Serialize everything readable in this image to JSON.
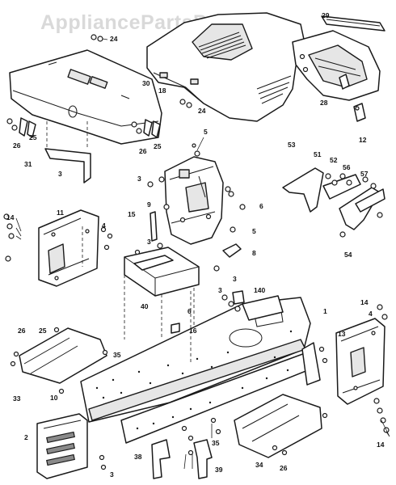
{
  "watermark": "AppliancePartsPros.com",
  "callouts": {
    "c1": "1",
    "c2": "2",
    "c3a": "3",
    "c3b": "3",
    "c3c": "3",
    "c3d": "3",
    "c3e": "3",
    "c3f": "3",
    "c4a": "4",
    "c4b": "4",
    "c5a": "5",
    "c5b": "5",
    "c6a": "6",
    "c6b": "6",
    "c8": "8",
    "c9": "9",
    "c10": "10",
    "c11": "11",
    "c12": "12",
    "c13": "13",
    "c14a": "14",
    "c14b": "14",
    "c14c": "14",
    "c15": "15",
    "c16": "16",
    "c18": "18",
    "c24a": "24",
    "c24b": "24",
    "c25a": "25",
    "c25b": "25",
    "c25c": "25",
    "c26a": "26",
    "c26b": "26",
    "c26c": "26",
    "c26d": "26",
    "c28": "28",
    "c29": "29",
    "c30": "30",
    "c31": "31",
    "c33": "33",
    "c34": "34",
    "c35a": "35",
    "c35b": "35",
    "c38": "38",
    "c39": "39",
    "c40": "40",
    "c51": "51",
    "c52": "52",
    "c53": "53",
    "c54": "54",
    "c56": "56",
    "c57": "57",
    "c140": "140"
  }
}
